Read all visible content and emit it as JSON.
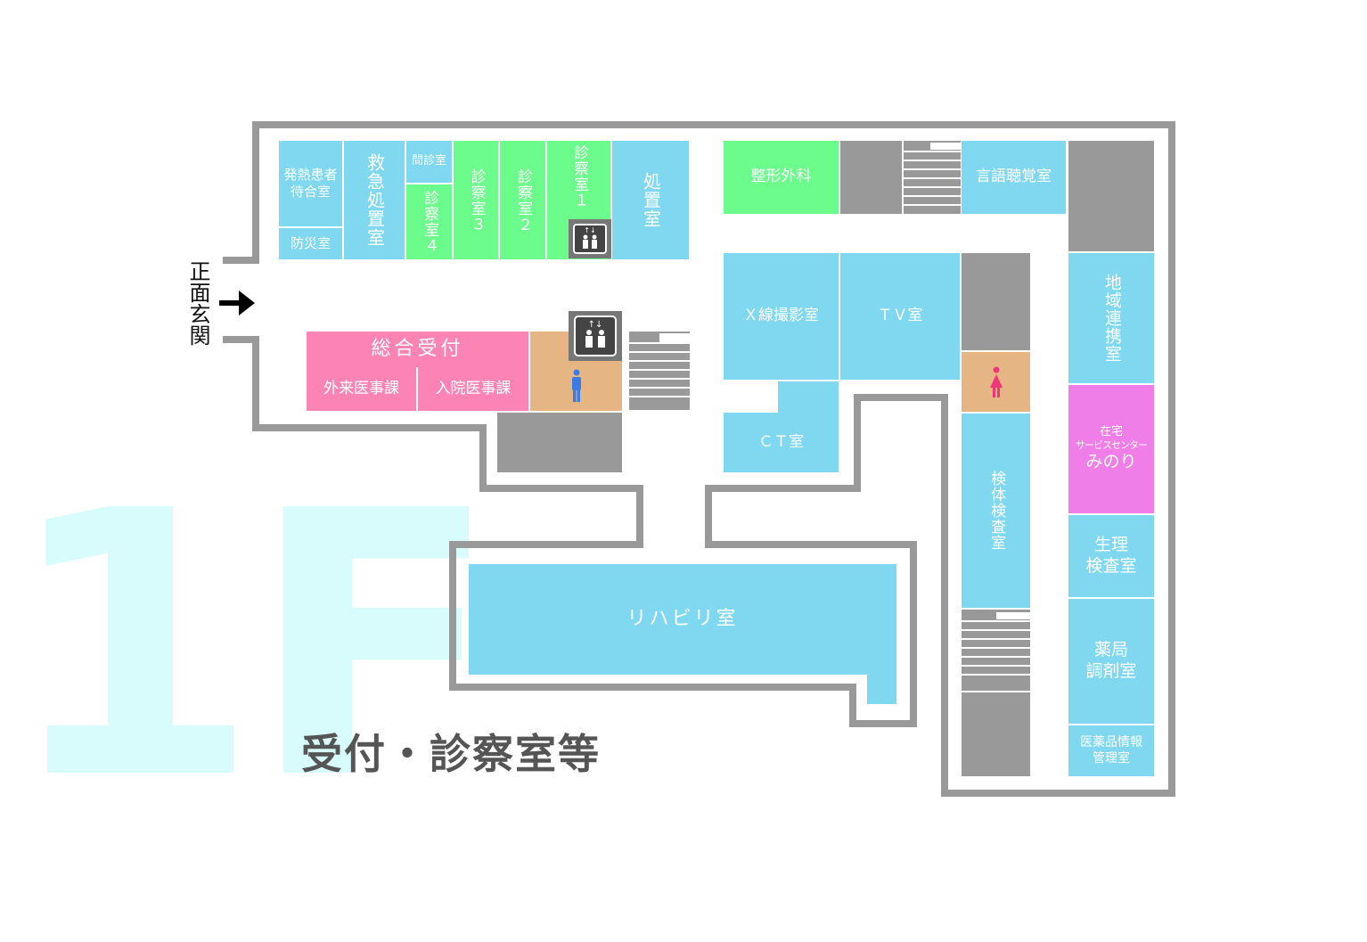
{
  "floor": {
    "number": "1F",
    "subtitle": "受付・診察室等"
  },
  "entrance": {
    "label": "正面玄関"
  },
  "rooms": {
    "fever_waiting": "発熱患者\n待合室",
    "disaster": "防災室",
    "emergency": "救急処置室",
    "interview": "問診室",
    "exam4": "診察室４",
    "exam3": "診察室３",
    "exam2": "診察室２",
    "exam1": "診察室１",
    "treatment": "処置室",
    "reception_main": "総合受付",
    "outpatient": "外来医事課",
    "inpatient": "入院医事課",
    "orthopedics": "整形外科",
    "speech": "言語聴覚室",
    "xray": "Ｘ線撮影室",
    "tv": "ＴＶ室",
    "ct": "ＣＴ室",
    "specimen": "検体検査室",
    "regional": "地域連携室",
    "homecare_1": "在宅",
    "homecare_2": "サービスセンター",
    "homecare_3": "みのり",
    "physiology": "生理\n検査室",
    "pharmacy": "薬局\n調剤室",
    "drug_info": "医薬品情報\n管理室",
    "rehab": "リハビリ室"
  },
  "colors": {
    "wall": "#999999",
    "blue": "#80d8f0",
    "green": "#6cfc8c",
    "pink": "#fc84b4",
    "magenta": "#f07ee8",
    "grey": "#999999",
    "tan": "#e6b584",
    "floor_number": "#d8fcfc",
    "men_icon": "#3b7be6",
    "women_icon": "#f0357a"
  },
  "icons": [
    "elevator-icon",
    "stairs-icon",
    "mens-restroom-icon",
    "womens-restroom-icon",
    "entrance-arrow-icon"
  ]
}
